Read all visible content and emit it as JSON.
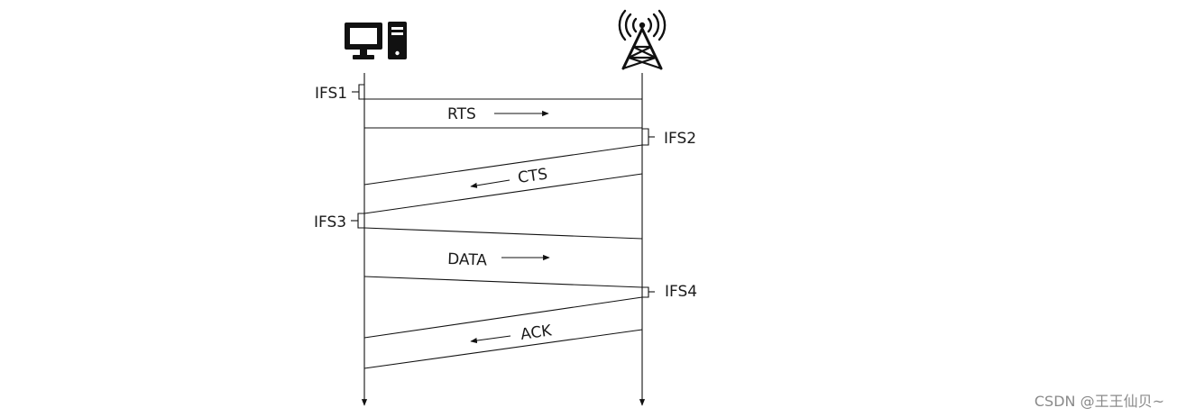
{
  "diagram": {
    "left_node_icon": "computer-icon",
    "right_node_icon": "antenna-tower-icon",
    "ifs_labels": [
      "IFS1",
      "IFS2",
      "IFS3",
      "IFS4"
    ],
    "messages": [
      "RTS",
      "CTS",
      "DATA",
      "ACK"
    ]
  },
  "watermark": "CSDN @王王仙贝~"
}
